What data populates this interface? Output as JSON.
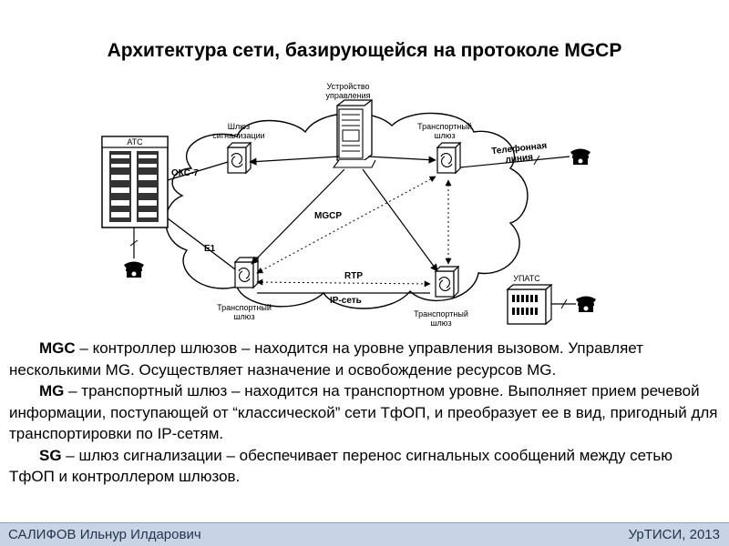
{
  "title": "Архитектура сети, базирующейся на протоколе MGCP",
  "diagram": {
    "control_device": [
      "Устройство",
      "управления"
    ],
    "signaling_gateway": [
      "Шлюз",
      "сигнализации"
    ],
    "transport_gateway_top": [
      "Транспортный",
      "шлюз"
    ],
    "transport_gateway_left": [
      "Транспортный",
      "шлюз"
    ],
    "transport_gateway_right": [
      "Транспортный",
      "шлюз"
    ],
    "atc": "АТС",
    "upats": "УПАТС",
    "oks7": "ОКС-7",
    "e1": "E1",
    "mgcp": "MGCP",
    "rtp": "RTP",
    "ip_network": "IP-сеть",
    "phone_line": [
      "Телефонная",
      "линия"
    ]
  },
  "paragraphs": [
    {
      "term": "MGC",
      "text": " – контроллер шлюзов – находится на уровне управления вызовом. Управляет несколькими MG. Осуществляет назначение и освобождение ресурсов MG."
    },
    {
      "term": "MG",
      "text": " – транспортный шлюз – находится на транспортном уровне. Выполняет прием речевой информации, поступающей от “классической” сети ТфОП, и преобразует ее в вид, пригодный для транспортировки по IP-сетям."
    },
    {
      "term": "SG",
      "text": " – шлюз сигнализации – обеспечивает перенос сигнальных сообщений между сетью ТфОП и контроллером шлюзов."
    }
  ],
  "footer": {
    "author": "САЛИФОВ Ильнур Илдарович",
    "org_year": "УрТИСИ, 2013"
  }
}
